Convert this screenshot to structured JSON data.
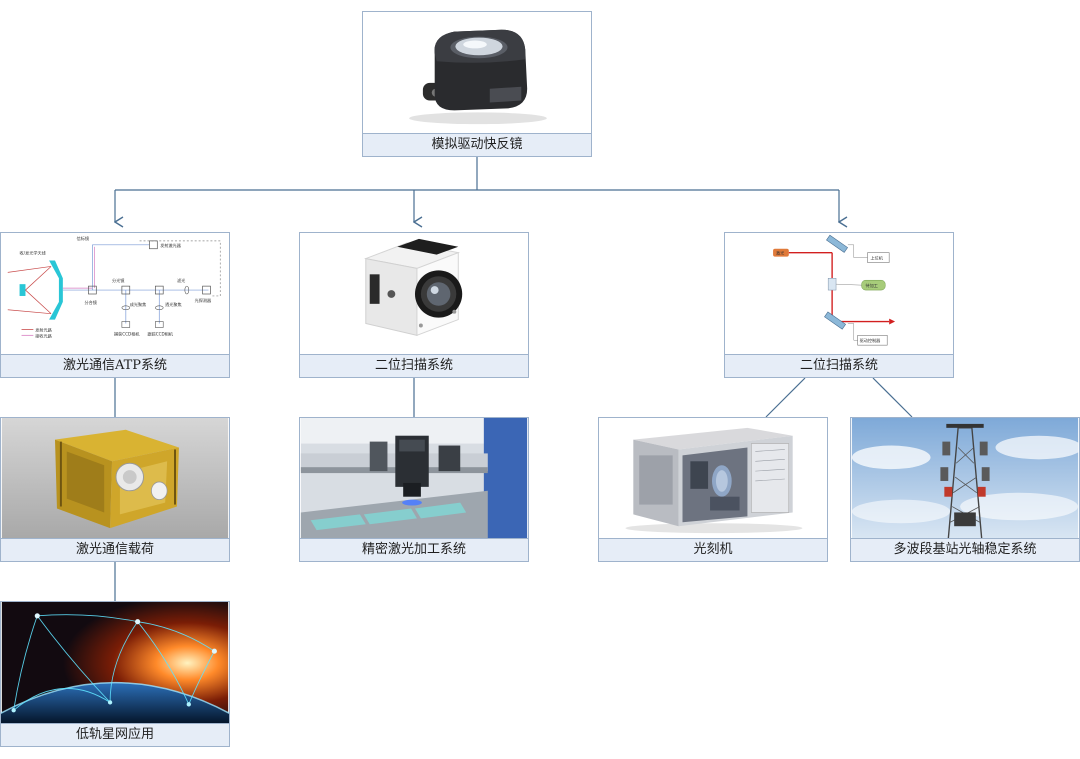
{
  "nodes": {
    "root": {
      "label": "模拟驱动快反镜",
      "icon": "fast-steering-mirror-icon"
    },
    "atp": {
      "label": "激光通信ATP系统",
      "icon": "atp-optical-diagram-icon",
      "diagram_labels": [
        "信标镜",
        "收/发光学天线",
        "发射激光器",
        "分光镜",
        "滤光",
        "光探测器",
        "分合镜",
        "成光聚焦",
        "透光聚焦",
        "捕获CCD相机",
        "跟踪CCD相机",
        "发射光路",
        "接收光路"
      ]
    },
    "scan1": {
      "label": "二位扫描系统",
      "icon": "scan-head-camera-icon"
    },
    "scan2": {
      "label": "二位扫描系统",
      "icon": "scan-beam-path-diagram-icon",
      "diagram_labels": [
        "激光",
        "上位机",
        "待加工",
        "驱动控制器"
      ]
    },
    "payload": {
      "label": "激光通信载荷",
      "icon": "satellite-payload-icon"
    },
    "precision": {
      "label": "精密激光加工系统",
      "icon": "laser-machining-icon"
    },
    "litho": {
      "label": "光刻机",
      "icon": "lithography-machine-icon"
    },
    "tower": {
      "label": "多波段基站光轴稳定系统",
      "icon": "base-station-tower-icon"
    },
    "leo": {
      "label": "低轨星网应用",
      "icon": "leo-satellite-network-icon"
    }
  },
  "colors": {
    "border": "#9fb3cc",
    "caption_bg": "#e6edf7",
    "connector": "#4a6f92"
  }
}
